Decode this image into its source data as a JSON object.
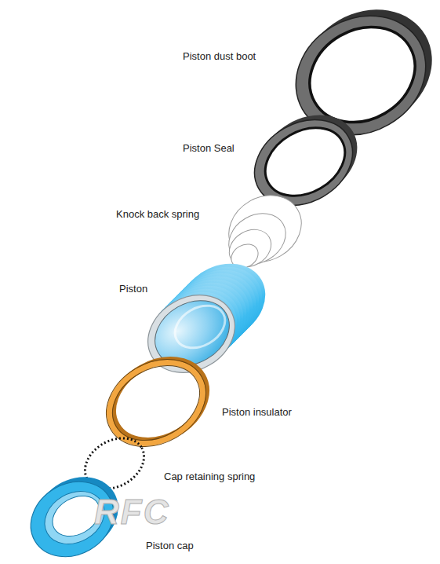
{
  "diagram": {
    "labels": [
      "Piston dust boot",
      "Piston Seal",
      "Knock back spring",
      "Piston",
      "Piston insulator",
      "Cap retaining spring",
      "Piston cap",
      "RFC"
    ]
  }
}
